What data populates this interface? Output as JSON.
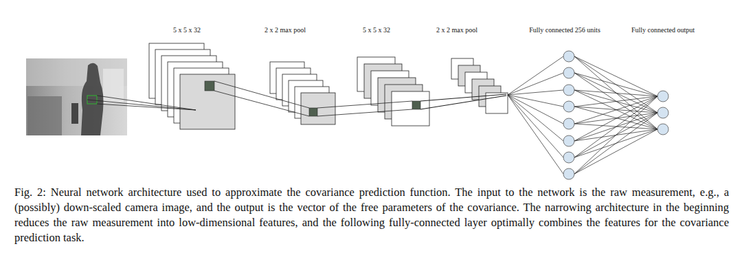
{
  "diagram": {
    "caption": "Fig. 2: Neural network architecture used to approximate the covariance prediction function. The input to the network is the raw measurement, e.g., a (possibly) down-scaled camera image, and the output is the vector of the free parameters of the covariance. The narrowing architecture in the beginning reduces the raw measurement into low-dimensional features, and the following fully-connected layer optimally combines the features for the covariance prediction task.",
    "labels": [
      "5 x 5 x 32",
      "2 x 2 max pool",
      "5 x 5 x 32",
      "2 x 2 max pool",
      "Fully connected 256 units",
      "Fully connected output"
    ]
  }
}
